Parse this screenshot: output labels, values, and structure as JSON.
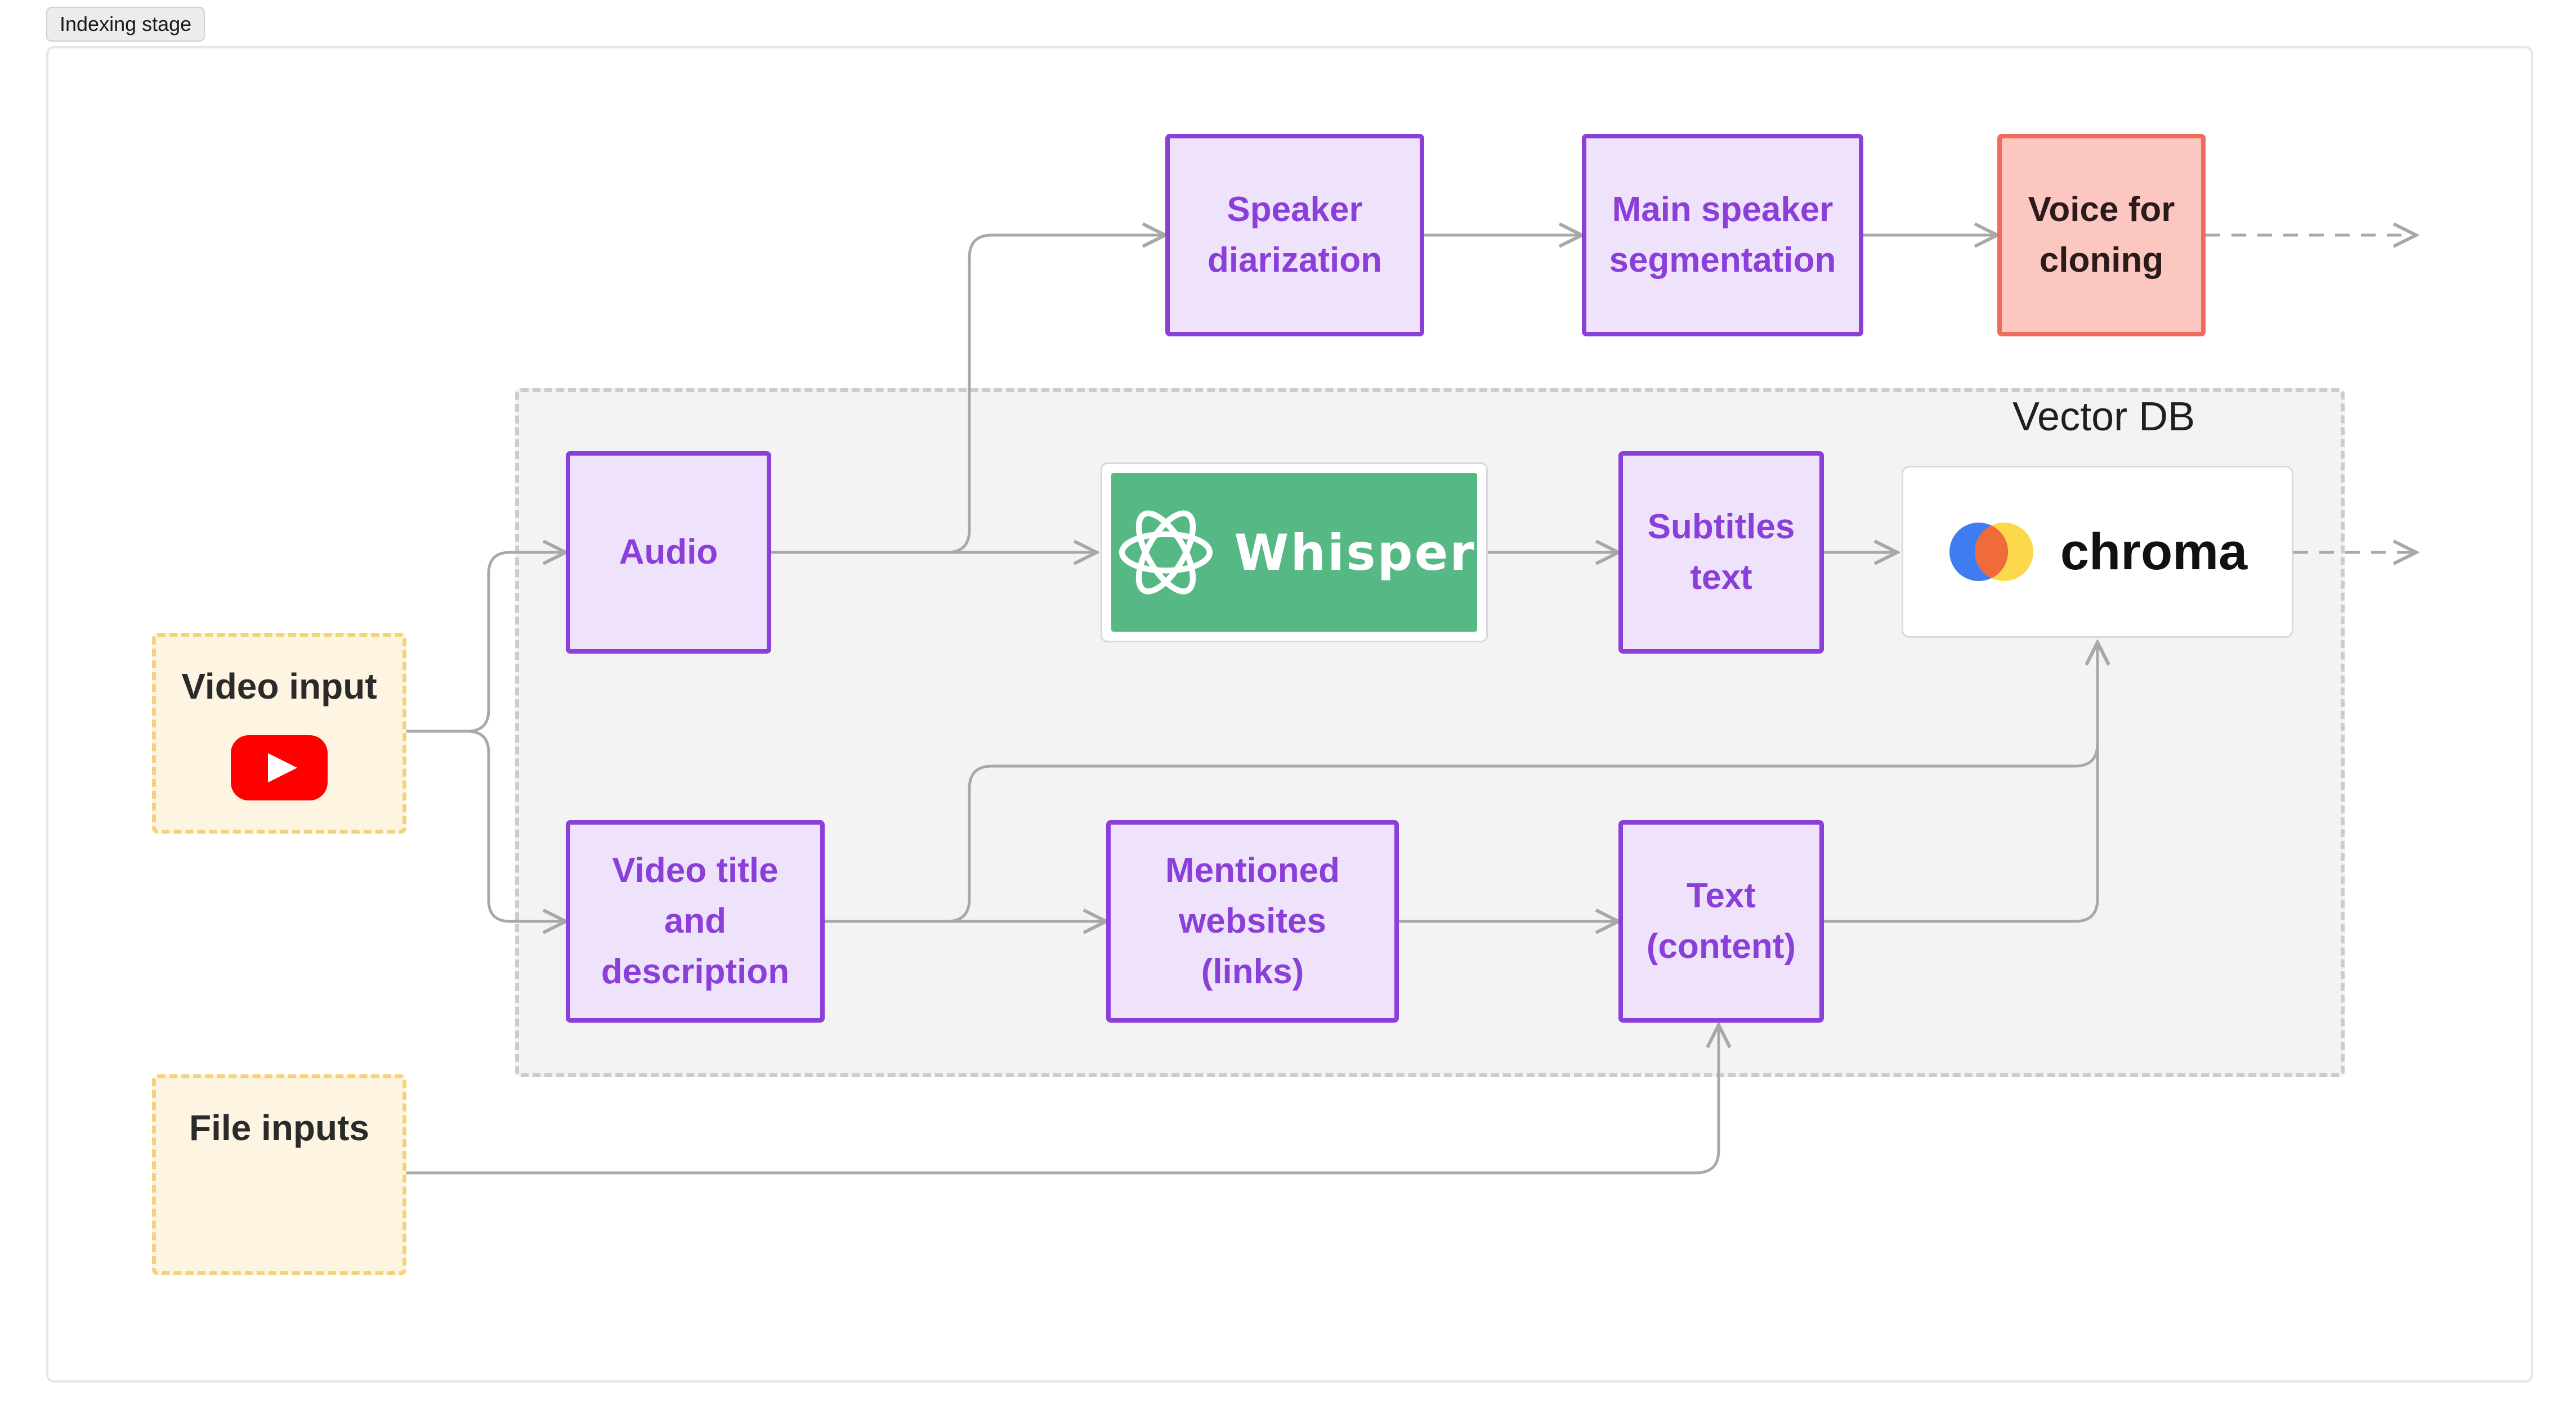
{
  "stage_tag": "Indexing stage",
  "group_label": "Vector DB",
  "nodes": {
    "video_input": "Video input",
    "file_inputs": "File inputs",
    "audio": "Audio",
    "video_title": [
      "Video title",
      "and",
      "description"
    ],
    "speaker_diarization": [
      "Speaker",
      "diarization"
    ],
    "main_speaker_segmentation": [
      "Main speaker",
      "segmentation"
    ],
    "voice_for_cloning": [
      "Voice for",
      "cloning"
    ],
    "subtitles_text": [
      "Subtitles",
      "text"
    ],
    "mentioned_websites": [
      "Mentioned",
      "websites",
      "(links)"
    ],
    "text_content": [
      "Text",
      "(content)"
    ]
  },
  "logos": {
    "whisper": "Whisper",
    "chroma": "chroma"
  },
  "icons": {
    "youtube": "youtube-play-icon",
    "openai": "openai-knot-icon",
    "chroma": "chroma-circles-icon"
  },
  "colors": {
    "process_border": "#8b3fd9",
    "process_fill": "#efe3fb",
    "output_fill": "#fcc6c1",
    "output_border": "#ef6b5b",
    "input_fill": "#fdf4e2",
    "input_border": "#f4d27a",
    "whisper_green": "#56b985",
    "connector": "#a8a8a8"
  }
}
